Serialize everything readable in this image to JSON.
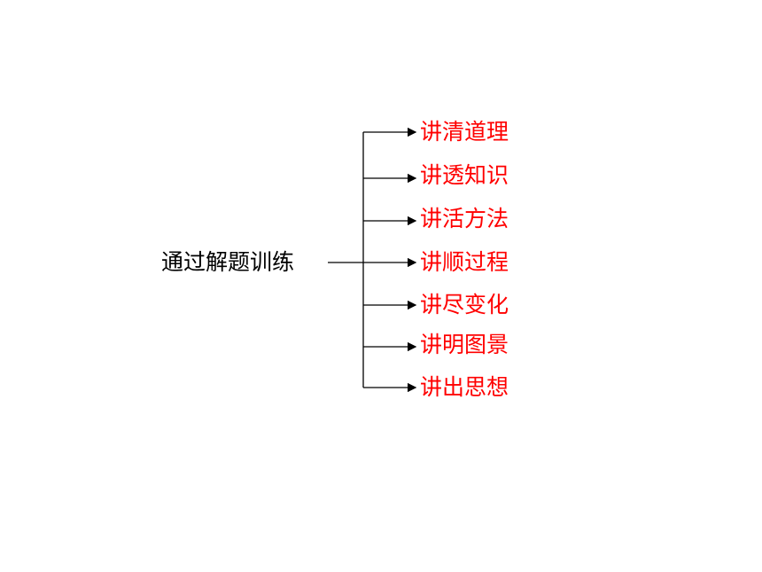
{
  "root": {
    "label": "通过解题训练"
  },
  "branches": [
    {
      "label": "讲清道理"
    },
    {
      "label": "讲透知识"
    },
    {
      "label": "讲活方法"
    },
    {
      "label": "讲顺过程"
    },
    {
      "label": "讲尽变化"
    },
    {
      "label": "讲明图景"
    },
    {
      "label": "讲出思想"
    }
  ],
  "colors": {
    "root_text": "#000000",
    "branch_text": "#ff0000",
    "connector": "#000000"
  }
}
